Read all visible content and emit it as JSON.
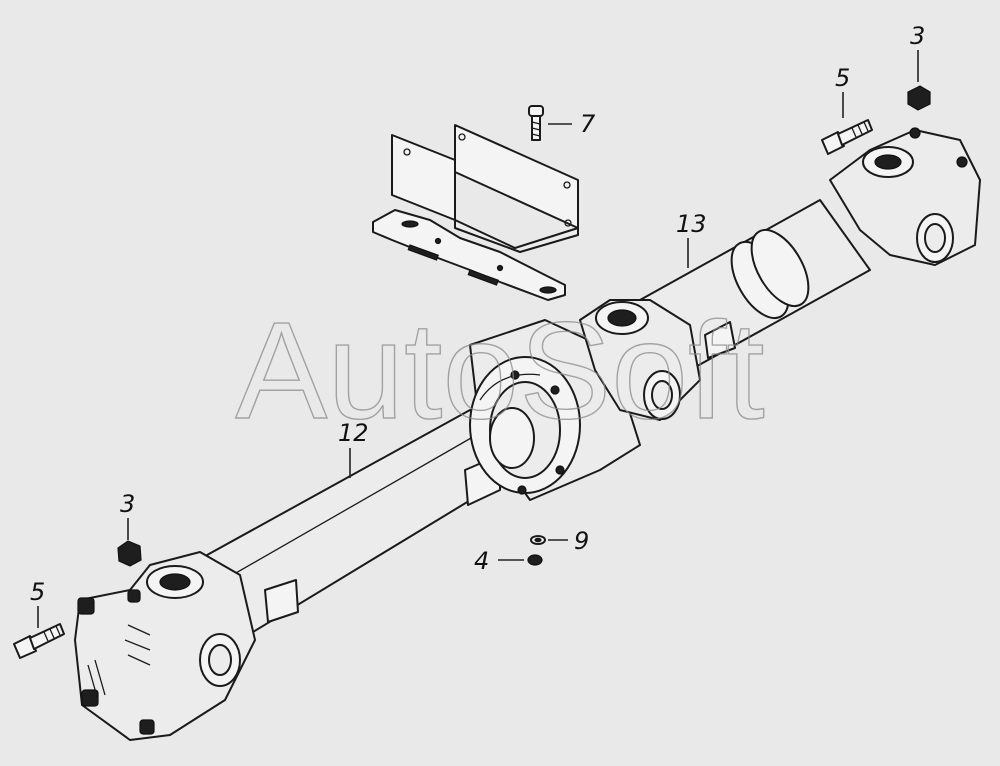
{
  "diagram": {
    "watermark": "AutoSoft",
    "callouts": [
      {
        "id": "shaft-12",
        "label": "12"
      },
      {
        "id": "shaft-13",
        "label": "13"
      },
      {
        "id": "bolt-7",
        "label": "7"
      },
      {
        "id": "bolt-5-top",
        "label": "5"
      },
      {
        "id": "nut-3-top",
        "label": "3"
      },
      {
        "id": "nut-3-bottom",
        "label": "3"
      },
      {
        "id": "bolt-5-bottom",
        "label": "5"
      },
      {
        "id": "washer-9",
        "label": "9"
      },
      {
        "id": "nut-4",
        "label": "4"
      }
    ]
  }
}
